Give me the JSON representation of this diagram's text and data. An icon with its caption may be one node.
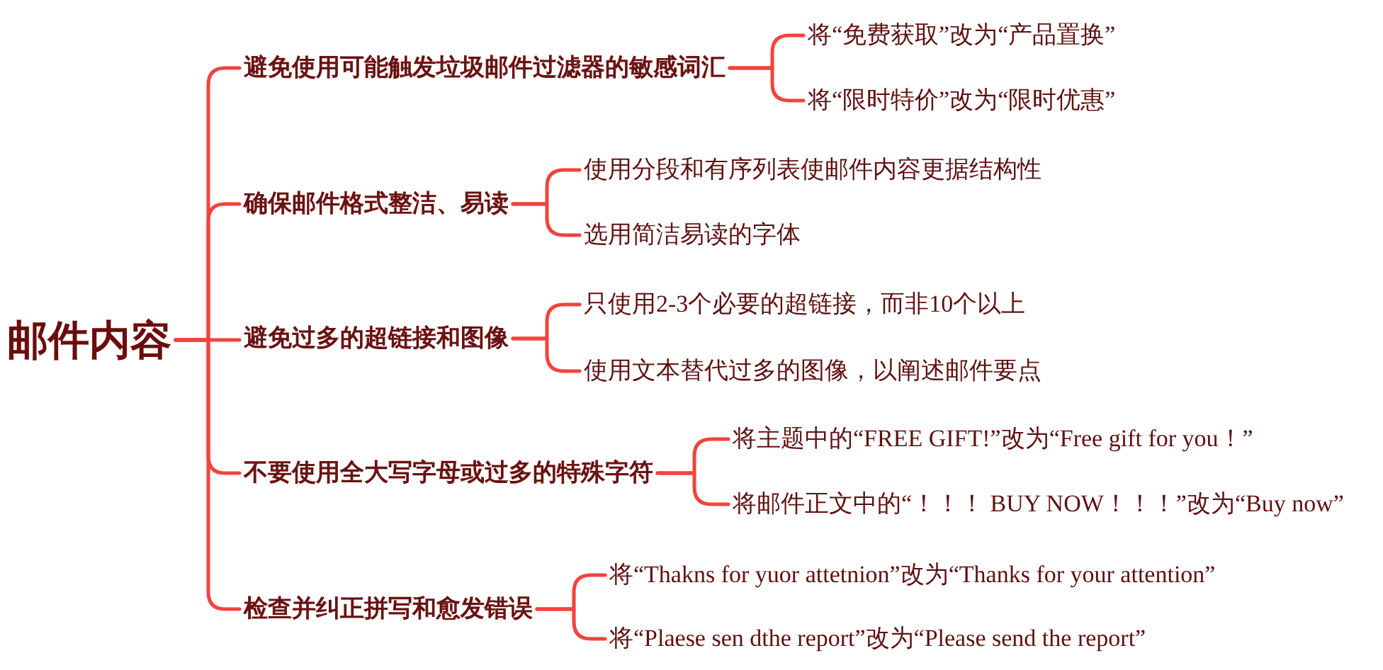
{
  "diagram": {
    "nodes": [
      {
        "text": [
          "邮件内容"
        ]
      },
      {
        "text": [
          "避免使用可能触发垃圾邮件过滤器的敏感词汇"
        ]
      },
      {
        "text": [
          "将“免费获取”改为“产品置换”"
        ]
      },
      {
        "text": [
          "将“限时特价”改为“限时优惠”"
        ]
      },
      {
        "text": [
          "确保邮件格式整洁、易读"
        ]
      },
      {
        "text": [
          "使用分段和有序列表使邮件内容更据结构性"
        ]
      },
      {
        "text": [
          "选用简洁易读的字体"
        ]
      },
      {
        "text": [
          "避免过多的超链接和图像"
        ]
      },
      {
        "text": [
          "只使用2-3个必要的超链接，而非10个以上"
        ]
      },
      {
        "text": [
          "使用文本替代过多的图像，以阐述邮件要点"
        ]
      },
      {
        "text": [
          "不要使用全大写字母或过多的特殊字符"
        ]
      },
      {
        "text": [
          "将主题中的“FREE GIFT!”改为“Free gift for you！”"
        ]
      },
      {
        "text": [
          "将邮件正文中的“！！！ BUY NOW！！！”改为“Buy now”"
        ]
      },
      {
        "text": [
          "检查并纠正拼写和愈发错误"
        ]
      },
      {
        "text": [
          "将“Thakns for yuor attetnion”改为“Thanks for your attention”"
        ]
      },
      {
        "text": [
          "将“Plaese sen dthe report”改为“Please send the report”"
        ]
      }
    ],
    "edges": [
      {
        "from": 0,
        "to": 1,
        "arrow": "none"
      },
      {
        "from": 0,
        "to": 4,
        "arrow": "none"
      },
      {
        "from": 0,
        "to": 7,
        "arrow": "none"
      },
      {
        "from": 0,
        "to": 10,
        "arrow": "none"
      },
      {
        "from": 0,
        "to": 13,
        "arrow": "none"
      },
      {
        "from": 1,
        "to": 2,
        "arrow": "none"
      },
      {
        "from": 1,
        "to": 3,
        "arrow": "none"
      },
      {
        "from": 4,
        "to": 5,
        "arrow": "none"
      },
      {
        "from": 4,
        "to": 6,
        "arrow": "none"
      },
      {
        "from": 7,
        "to": 8,
        "arrow": "none"
      },
      {
        "from": 7,
        "to": 9,
        "arrow": "none"
      },
      {
        "from": 10,
        "to": 11,
        "arrow": "none"
      },
      {
        "from": 10,
        "to": 12,
        "arrow": "none"
      },
      {
        "from": 13,
        "to": 14,
        "arrow": "none"
      },
      {
        "from": 13,
        "to": 15,
        "arrow": "none"
      }
    ]
  }
}
